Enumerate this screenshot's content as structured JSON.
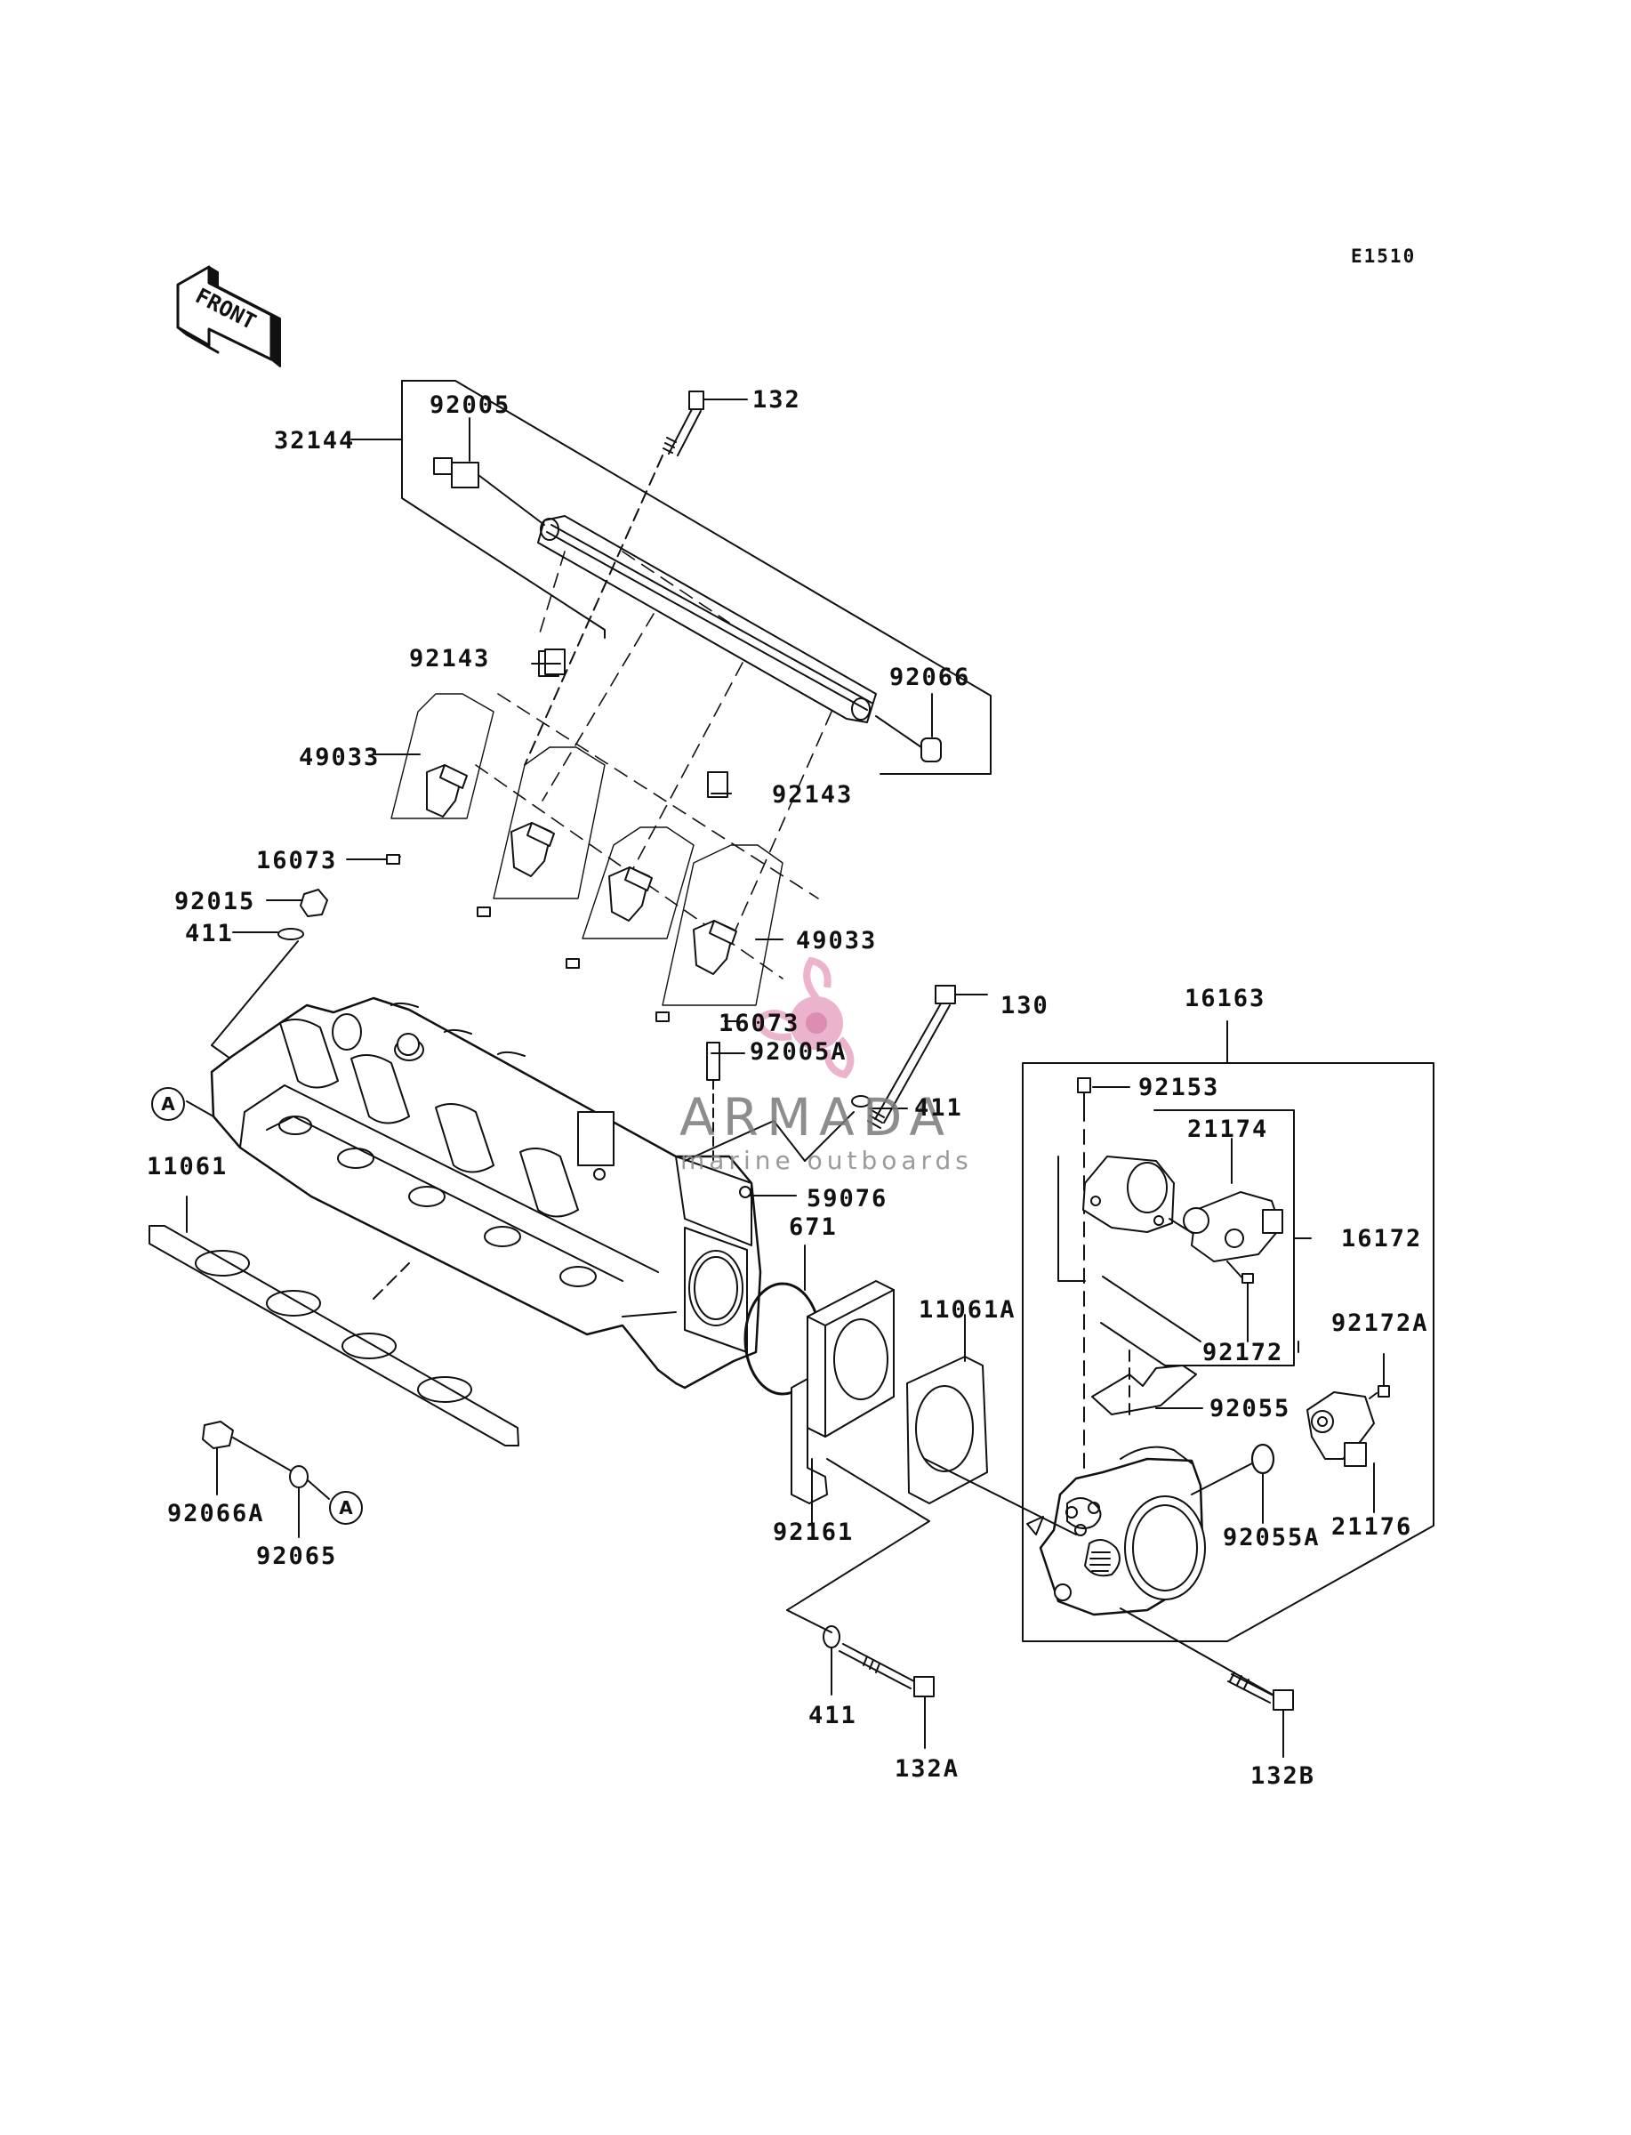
{
  "diagram_code": "E1510",
  "front_label": "FRONT",
  "circle_marker": "A",
  "watermark": {
    "name": "ARMADA",
    "subtitle": "marine outboards",
    "colors": {
      "logo": "#e8a6c4",
      "logo_dark": "#d77ba4",
      "text": "#7a7a7a"
    }
  },
  "part_labels": [
    "32144",
    "92005",
    "132",
    "92143",
    "92066",
    "49033",
    "92143",
    "16073",
    "92015",
    "411",
    "49033",
    "130",
    "16163",
    "16073",
    "92005A",
    "411",
    "92153",
    "21174",
    "11061",
    "59076",
    "671",
    "16172",
    "11061A",
    "92172",
    "92172A",
    "92055",
    "92066A",
    "92065",
    "92161",
    "92055A",
    "21176",
    "411",
    "132A",
    "132B"
  ]
}
